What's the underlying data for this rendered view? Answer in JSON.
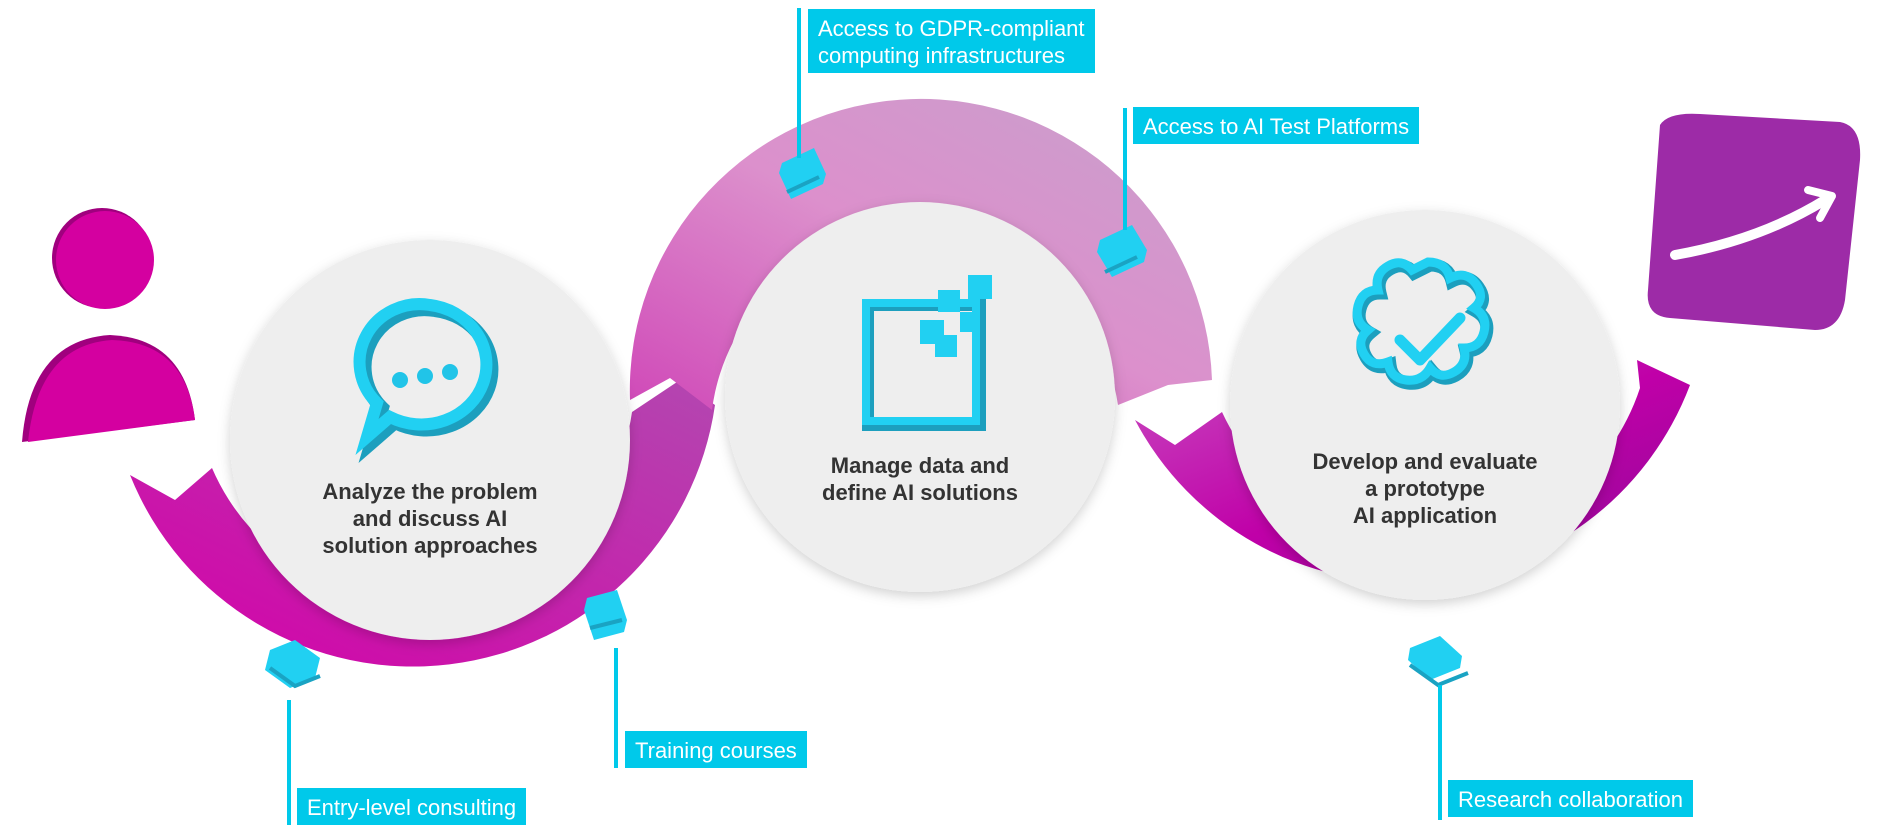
{
  "title": "AI support journey",
  "colors": {
    "magenta": "#d400a8",
    "purple": "#a01fa4",
    "lilac": "#d8a2d0",
    "cyan": "#00c9ea",
    "circle_fill": "#eeeeee",
    "text_dark": "#333333"
  },
  "start_icon": "person-icon",
  "end_icon": "growth-arrow-icon",
  "steps": [
    {
      "icon": "chat-bubble-icon",
      "label": "Analyze the problem\nand discuss AI\n solution approaches"
    },
    {
      "icon": "data-blocks-icon",
      "label": "Manage data and\ndefine AI solutions"
    },
    {
      "icon": "verified-gear-icon",
      "label": "Develop and evaluate\na prototype\nAI application"
    }
  ],
  "services": [
    {
      "label": "Entry-level consulting"
    },
    {
      "label": "Training courses"
    },
    {
      "label": "Access to GDPR-compliant\ncomputing infrastructures"
    },
    {
      "label": "Access to AI Test Platforms"
    },
    {
      "label": "Research collaboration"
    }
  ]
}
